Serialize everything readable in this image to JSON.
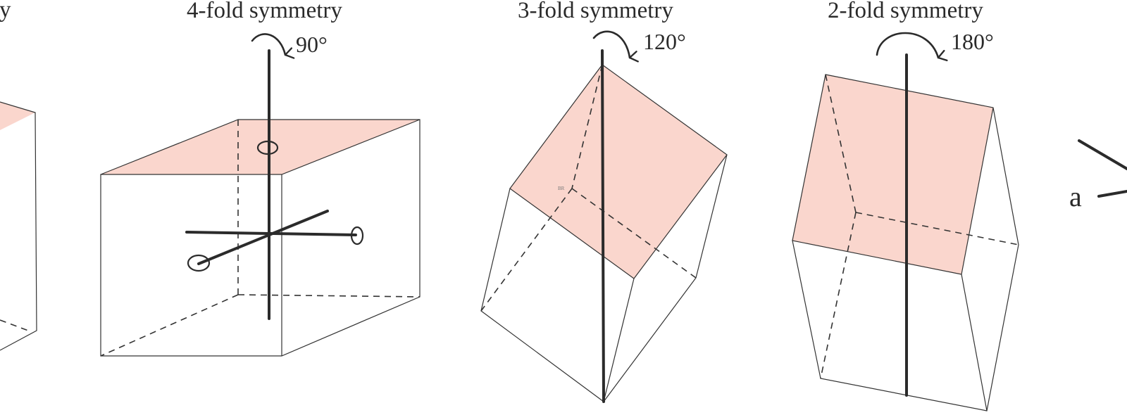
{
  "panels": {
    "partial_left": {
      "title": "ry"
    },
    "fourfold": {
      "title": "4-fold symmetry",
      "angle": "90°"
    },
    "threefold": {
      "title": "3-fold symmetry",
      "angle": "120°"
    },
    "twofold": {
      "title": "2-fold symmetry",
      "angle": "180°"
    },
    "partial_right": {
      "axis_label": "a"
    }
  },
  "small_mark": "BR",
  "colors": {
    "face_fill": "#f3a590",
    "line": "#2b2b2b"
  }
}
